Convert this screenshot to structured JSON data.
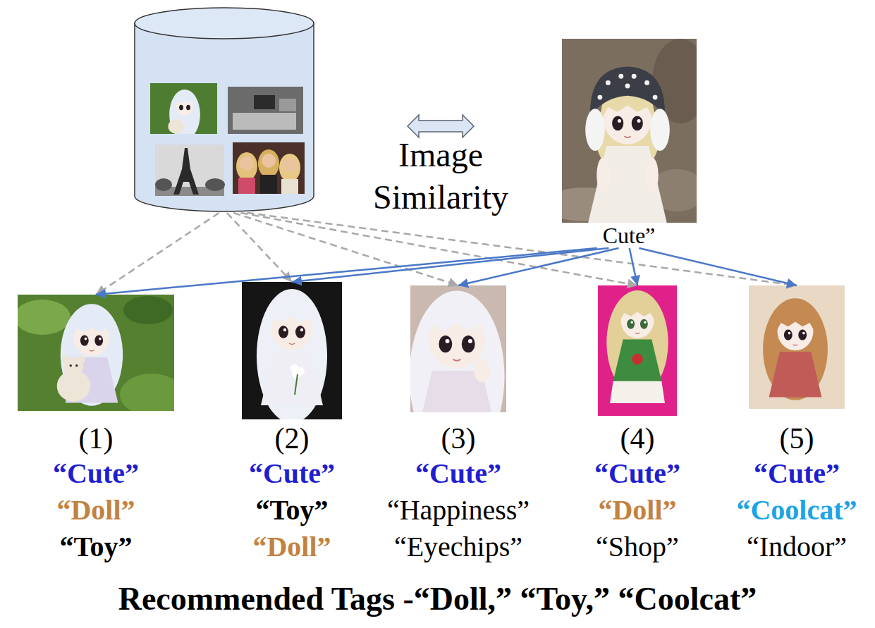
{
  "diagram": {
    "caption": "Recommended Tags -“Doll,” “Toy,” “Coolcat”",
    "nodes": [
      {
        "text": []
      },
      {
        "text": [
          "Cute”"
        ]
      },
      {
        "text": [
          "(1)",
          "“Cute”",
          "“Doll”",
          "“Toy”"
        ]
      },
      {
        "text": [
          "(2)",
          "“Cute”",
          "“Toy”",
          "“Doll”"
        ]
      },
      {
        "text": [
          "(3)",
          "“Cute”",
          "“Happiness”",
          "“Eyechips”"
        ]
      },
      {
        "text": [
          "(4)",
          "“Cute”",
          "“Doll”",
          "“Shop”"
        ]
      },
      {
        "text": [
          "(5)",
          "“Cute”",
          "“Coolcat”",
          "“Indoor”"
        ]
      }
    ],
    "edges": [
      {
        "from": 0,
        "to": 2,
        "arrow": "to"
      },
      {
        "from": 0,
        "to": 3,
        "arrow": "to"
      },
      {
        "from": 0,
        "to": 4,
        "arrow": "to"
      },
      {
        "from": 0,
        "to": 5,
        "arrow": "to"
      },
      {
        "from": 0,
        "to": 6,
        "arrow": "to"
      },
      {
        "from": 1,
        "to": 2,
        "arrow": "to"
      },
      {
        "from": 1,
        "to": 3,
        "arrow": "to"
      },
      {
        "from": 1,
        "to": 4,
        "arrow": "to"
      },
      {
        "from": 1,
        "to": 5,
        "arrow": "to"
      },
      {
        "from": 1,
        "to": 6,
        "arrow": "to"
      }
    ],
    "labels": [
      "Image Similarity"
    ]
  }
}
